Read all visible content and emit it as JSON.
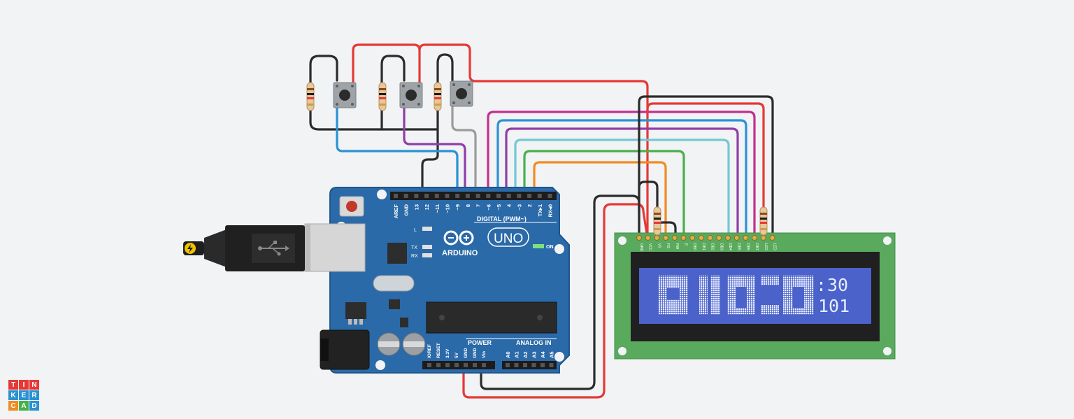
{
  "app": {
    "logo_letters": [
      "T",
      "I",
      "N",
      "K",
      "E",
      "R",
      "C",
      "A",
      "D"
    ]
  },
  "arduino": {
    "brand": "ARDUINO",
    "model": "UNO",
    "digital_header": "DIGITAL (PWM~)",
    "on_label": "ON",
    "led_labels": [
      "L",
      "TX",
      "RX"
    ],
    "power_header": "POWER",
    "analog_header": "ANALOG IN",
    "digital_pins": [
      "AREF",
      "GND",
      "13",
      "12",
      "~11",
      "~10",
      "~9",
      "8",
      "7",
      "~6",
      "~5",
      "4",
      "~3",
      "2",
      "TX▸1",
      "RX◂0"
    ],
    "power_pins": [
      "IOREF",
      "RESET",
      "3.3V",
      "5V",
      "GND",
      "GND",
      "Vin"
    ],
    "analog_pins": [
      "A0",
      "A1",
      "A2",
      "A3",
      "A4",
      "A5"
    ]
  },
  "lcd": {
    "pin_labels": [
      "GND",
      "VCC",
      "V0",
      "RS",
      "RW",
      "E",
      "DB0",
      "DB1",
      "DB2",
      "DB3",
      "DB4",
      "DB5",
      "DB6",
      "DB7",
      "LED",
      "LED"
    ],
    "big_time": "0:00",
    "seconds": "30",
    "counter": "101"
  },
  "colors": {
    "board": "#2b6aa8",
    "board_edge": "#1f558c",
    "lcd_pcb": "#5aaa5e",
    "lcd_screen": "#4a62c9",
    "wire_red": "#e53935",
    "wire_black": "#2b2b2b",
    "wire_blue": "#2a92d4",
    "wire_purple": "#8e3fa8",
    "wire_magenta": "#c2308e",
    "wire_gray": "#9b9b9b",
    "wire_cyan": "#72c9d4",
    "wire_green": "#48b04a",
    "wire_orange": "#ef8b23"
  }
}
